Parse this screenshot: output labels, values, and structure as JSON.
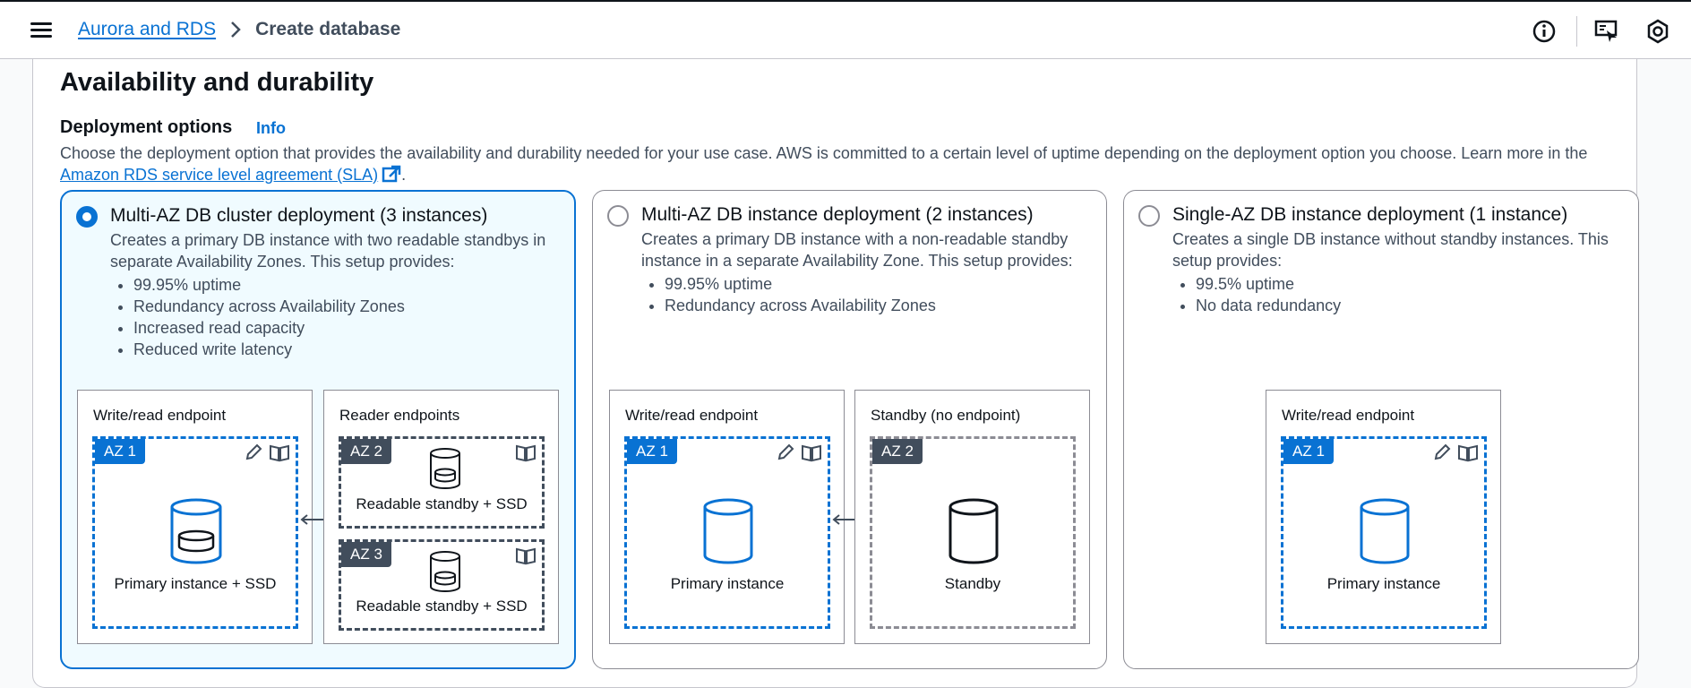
{
  "breadcrumb": {
    "parent": "Aurora and RDS",
    "current": "Create database"
  },
  "section": {
    "title": "Availability and durability",
    "subtitle": "Deployment options",
    "info": "Info",
    "description": "Choose the deployment option that provides the availability and durability needed for your use case. AWS is committed to a certain level of uptime depending on the deployment option you choose. Learn more in the",
    "link": "Amazon RDS service level agreement (SLA)",
    "period": "."
  },
  "cards": [
    {
      "title": "Multi-AZ DB cluster deployment (3 instances)",
      "description": "Creates a primary DB instance with two readable standbys in separate Availability Zones. This setup provides:",
      "bullets": [
        "99.95% uptime",
        "Redundancy across Availability Zones",
        "Increased read capacity",
        "Reduced write latency"
      ],
      "selected": true,
      "left_box": {
        "label": "Write/read endpoint",
        "az": "AZ 1",
        "caption": "Primary instance + SSD"
      },
      "right_box": {
        "label": "Reader endpoints",
        "az2": "AZ 2",
        "caption2": "Readable standby + SSD",
        "az3": "AZ 3",
        "caption3": "Readable standby + SSD"
      }
    },
    {
      "title": "Multi-AZ DB instance deployment (2 instances)",
      "description": "Creates a primary DB instance with a non-readable standby instance in a separate Availability Zone. This setup provides:",
      "bullets": [
        "99.95% uptime",
        "Redundancy across Availability Zones"
      ],
      "selected": false,
      "left_box": {
        "label": "Write/read endpoint",
        "az": "AZ 1",
        "caption": "Primary instance"
      },
      "right_box": {
        "label": "Standby (no endpoint)",
        "az": "AZ 2",
        "caption": "Standby"
      }
    },
    {
      "title": "Single-AZ DB instance deployment (1 instance)",
      "description": "Creates a single DB instance without standby instances. This setup provides:",
      "bullets": [
        "99.5% uptime",
        "No data redundancy"
      ],
      "selected": false,
      "box": {
        "label": "Write/read endpoint",
        "az": "AZ 1",
        "caption": "Primary instance"
      }
    }
  ],
  "colors": {
    "accent": "#0972d3",
    "selected_bg": "#f0fbff",
    "text": "#0f141a",
    "muted": "#414d5c"
  }
}
